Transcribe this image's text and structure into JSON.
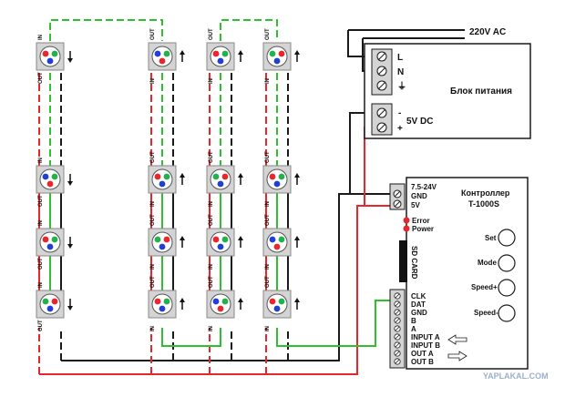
{
  "power_line": {
    "label": "220V AC"
  },
  "power_supply": {
    "title": "Блок питания",
    "terminals_ac": [
      "L",
      "N",
      "⏚"
    ],
    "terminals_dc": [
      "-",
      "+"
    ],
    "dc_label": "5V DC"
  },
  "controller": {
    "title_line1": "Контроллер",
    "title_line2": "T-1000S",
    "power_pins": [
      "7.5-24V",
      "GND",
      "5V"
    ],
    "leds": [
      "Error",
      "Power"
    ],
    "sd_label": "SD CARD",
    "buttons": [
      "Set",
      "Mode",
      "Speed+",
      "Speed-"
    ],
    "signal_pins": [
      "CLK",
      "DAT",
      "GND",
      "B",
      "A",
      "INPUT A",
      "INPUT B",
      "OUT A",
      "OUT B"
    ]
  },
  "pixel_labels": {
    "in": "IN",
    "out": "OUT"
  },
  "watermark": "YAPLAKAL.COM",
  "colors": {
    "wire_red": "#e8262b",
    "wire_black": "#1a1a1a",
    "wire_green": "#2ec02e",
    "led_red": "#e8262b",
    "led_green": "#22b14c",
    "led_blue": "#1f3fd6",
    "module_bg": "#d4d4d4"
  }
}
